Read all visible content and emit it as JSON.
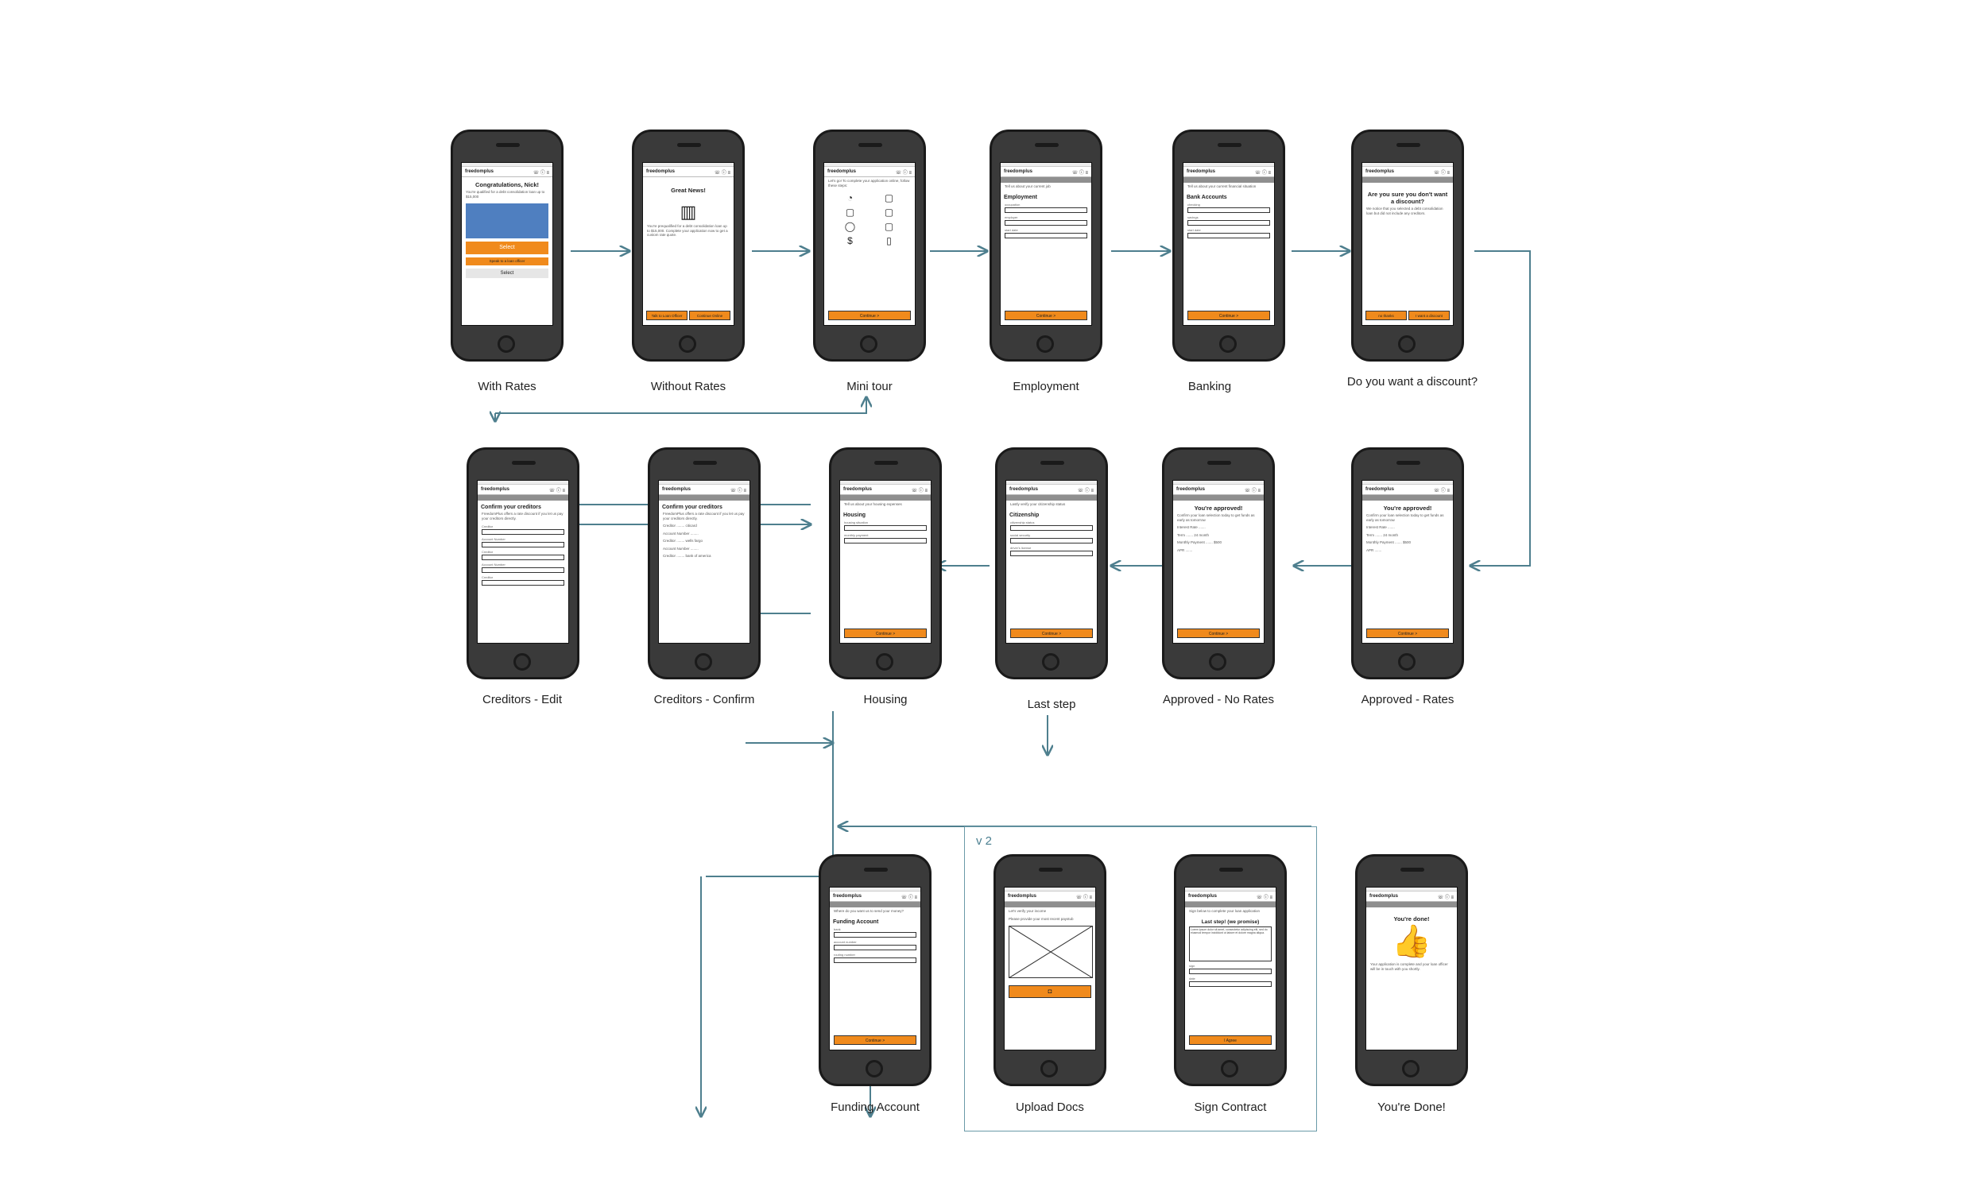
{
  "brand": "freedomplus",
  "screens": [
    {
      "id": "with-rates",
      "caption": "With Rates",
      "title": "Congratulations, Nick!",
      "cta": "Select"
    },
    {
      "id": "without-rates",
      "caption": "Without Rates",
      "title": "Great News!",
      "cta": "Continue Online"
    },
    {
      "id": "mini-tour",
      "caption": "Mini tour",
      "title": "",
      "cta": "Continue >"
    },
    {
      "id": "employment",
      "caption": "Employment",
      "title": "Employment",
      "cta": "Continue >"
    },
    {
      "id": "banking",
      "caption": "Banking",
      "title": "Bank Accounts",
      "cta": "Continue >"
    },
    {
      "id": "discount",
      "caption": "Do you want a discount?",
      "title": "Are you sure you don't want a discount?",
      "cta": "I want a discount"
    },
    {
      "id": "creditors-edit",
      "caption": "Creditors -  Edit",
      "title": "Confirm your creditors",
      "cta": ""
    },
    {
      "id": "creditors-confirm",
      "caption": "Creditors - Confirm",
      "title": "Confirm your creditors",
      "cta": ""
    },
    {
      "id": "housing",
      "caption": "Housing",
      "title": "Housing",
      "cta": "Continue >"
    },
    {
      "id": "last-step",
      "caption": "Last step",
      "title": "Citizenship",
      "cta": "Continue >"
    },
    {
      "id": "approved-no-rates",
      "caption": "Approved - No Rates",
      "title": "You're approved!",
      "cta": "Continue >"
    },
    {
      "id": "approved-rates",
      "caption": "Approved - Rates",
      "title": "You're approved!",
      "cta": "Continue >"
    },
    {
      "id": "funding-account",
      "caption": "Funding Account",
      "title": "Funding Account",
      "cta": "Continue >"
    },
    {
      "id": "upload-docs",
      "caption": "Upload Docs",
      "title": "",
      "cta": ""
    },
    {
      "id": "sign-contract",
      "caption": "Sign Contract",
      "title": "Last step! (we promise)",
      "cta": "I Agree"
    },
    {
      "id": "youre-done",
      "caption": "You're Done!",
      "title": "You're done!",
      "cta": ""
    }
  ],
  "group": {
    "label": "v 2"
  },
  "colors": {
    "connector": "#4e7f8e",
    "phone": "#3a3a3a",
    "cta": "#f08a1c"
  }
}
